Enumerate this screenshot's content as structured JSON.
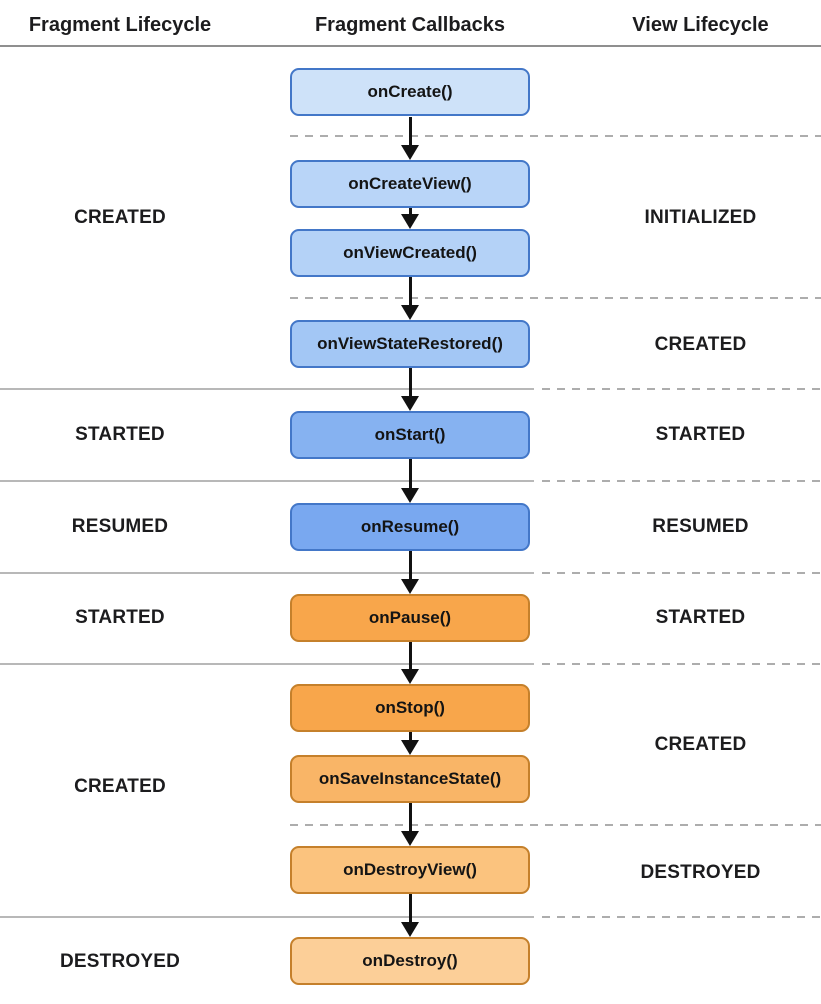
{
  "title_row": {
    "fragment_lifecycle": "Fragment Lifecycle",
    "fragment_callbacks": "Fragment Callbacks",
    "view_lifecycle": "View Lifecycle"
  },
  "callbacks": [
    "onCreate()",
    "onCreateView()",
    "onViewCreated()",
    "onViewStateRestored()",
    "onStart()",
    "onResume()",
    "onPause()",
    "onStop()",
    "onSaveInstanceState()",
    "onDestroyView()",
    "onDestroy()"
  ],
  "fragment_states": [
    "CREATED",
    "STARTED",
    "RESUMED",
    "STARTED",
    "CREATED",
    "DESTROYED"
  ],
  "view_states": [
    "INITIALIZED",
    "CREATED",
    "STARTED",
    "RESUMED",
    "STARTED",
    "CREATED",
    "DESTROYED"
  ],
  "colors": {
    "blue_border": "#4377c8",
    "blue_fills": [
      "#cee2f9",
      "#b9d5f8",
      "#b4d2f7",
      "#a3c7f5",
      "#86b2f1",
      "#79a8f0"
    ],
    "orange_border": "#c5802b",
    "orange_fills": [
      "#f8a64b",
      "#f8a64b",
      "#f9b567",
      "#fbc37e",
      "#fccf98"
    ],
    "solid_line_gray": "#b8b8b8",
    "dashed_line_gray": "#adadad",
    "header_line_gray": "#8f8f8f",
    "arrow_black": "#111111",
    "text_black": "#1c1c1e"
  }
}
